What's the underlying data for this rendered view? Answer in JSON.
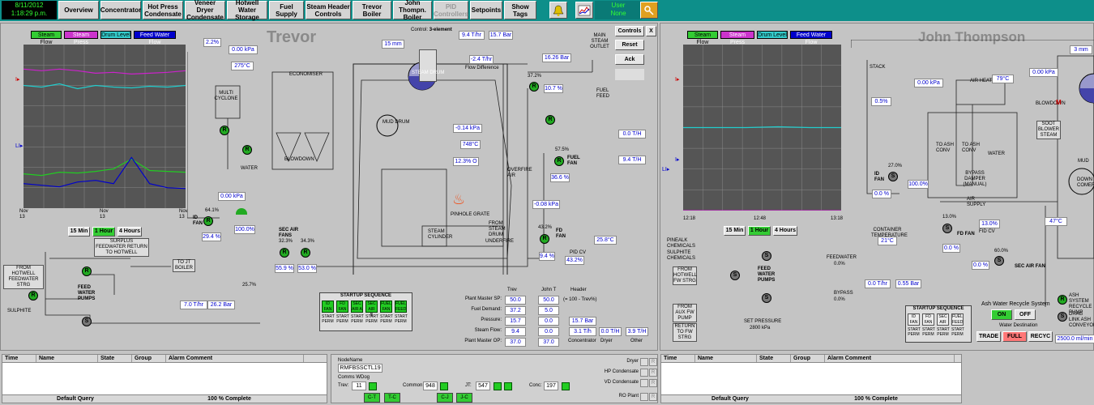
{
  "nav": {
    "date": "8/11/2012",
    "time": "1:18:29 p.m.",
    "overview": "Overview",
    "concentrator": "Concentrator",
    "hot_press": "Hot Press Condensate",
    "veneer": "Veneer Dryer Condensate",
    "hotwell": "Hotwell Water Storage",
    "fuel": "Fuel Supply",
    "steam_header": "Steam Header Controls",
    "trevor": "Trevor Boiler",
    "john": "John Thompn. Boiler",
    "pid": "PID Controllers",
    "setpoints": "Setpoints",
    "show_tags": "Show Tags",
    "user1": "User",
    "user2": "None"
  },
  "legend": {
    "steam_flow": "Steam Flow",
    "steam_press": "Steam Press",
    "drum_level": "Drum Level",
    "feed_water": "Feed Water Flow"
  },
  "trevor": {
    "title": "Trevor",
    "control_label": "Control:",
    "control_mode": "3-element",
    "controls_btn": "Controls",
    "close_btn": "X",
    "reset_btn": "Reset",
    "ack_btn": "Ack",
    "t1": "Nov",
    "t1b": "13",
    "t2": "Nov",
    "t2b": "13",
    "t3": "Nov",
    "t3b": "13",
    "range_15": "15 Min",
    "range_1h": "1 Hour",
    "range_4h": "4 Hours",
    "v_22": "2.2%",
    "v_kpa": "0.00 kPa",
    "v_275": "275°C",
    "v_15mm": "15 mm",
    "v_94": "9.4 T/hr",
    "v_157": "15.7 Bar",
    "v_24": "-2.4 T/hr",
    "flow_diff": "Flow Difference",
    "v_1626": "16.26 Bar",
    "main_steam": "MAIN STEAM OUTLET",
    "v_372": "37.2%",
    "v_107": "10.7 %",
    "fuel_feed": "FUEL FEED",
    "economiser": "ECONOMISER",
    "multicyclone": "MULTI CYCLONE",
    "steam_drum": "STEAM DRUM",
    "mud_drum": "MUD DRUM",
    "v_014": "-0.14 kPa",
    "v_748": "748°C",
    "v_123": "12.3% O",
    "blowdown": "BLOWDOWN",
    "water": "WATER",
    "v_00th": "0.0 T/H",
    "v_94th": "9.4 T/H",
    "v_575": "57.5%",
    "fuel_fan": "FUEL FAN",
    "v_366": "36.6 %",
    "overfire": "OVERFIRE AIR",
    "v_008": "-0.08 kPa",
    "v_000kpa2": "0.00 kPa",
    "v_641": "64.1%",
    "id_fan": "ID FAN",
    "v_294": "29.4 %",
    "v_100": "100.0%",
    "v_323": "32.3%",
    "v_343": "34.3%",
    "sec_air": "SEC AIR FANS",
    "v_559": "55.9 %",
    "v_530": "53.0 %",
    "pinhole": "PINHOLE GRATE",
    "steam_cyl": "STEAM CYLINDER",
    "from_steam_drum": "FROM STEAM DRUM",
    "underfire": "UNDERFIRE",
    "v_432": "43.2%",
    "fd_fan": "FD FAN",
    "v_94p": "9.4 %",
    "pidcv": "PID CV",
    "v_432b": "43.2%",
    "v_258": "25.8°C",
    "surplus": "SURPLUS FEEDWATER RETURN TO HOTWELL",
    "to_jt": "TO JT BOILER",
    "from_hotwell": "FROM HOTWELL FEEDWATER STRG",
    "feed_pumps": "FEED WATER PUMPS",
    "sulphite": "SULPHITE",
    "v_257": "25.7%",
    "v_70": "7.0 T/hr",
    "v_262": "26.2 Bar"
  },
  "startup": {
    "title": "STARTUP SEQUENCE",
    "items": [
      "ID FAN",
      "FD FAN",
      "SEC AIR A",
      "SEC AIR B",
      "FUEL FAN",
      "FUEL FEED"
    ],
    "start": "START",
    "perm": "PERM"
  },
  "jt_startup": {
    "title": "STARTUP SEQUENCE",
    "items": [
      "ID FAN",
      "FD FAN",
      "SEC AIR",
      "FUEL FEED"
    ],
    "start": "START",
    "perm": "PERM"
  },
  "master": {
    "h_trev": "Trev",
    "h_jt": "John T",
    "h_header": "Header",
    "r1": "Plant Master SP:",
    "r1a": "50.0",
    "r1b": "50.0",
    "r1c": "(= 100 - Trev%)",
    "r2": "Fuel Demand:",
    "r2a": "37.2",
    "r2b": "5.0",
    "r3": "Pressure:",
    "r3a": "15.7",
    "r3b": "0.0",
    "r3c": "15.7 Bar",
    "r4": "Steam Flow:",
    "r4a": "9.4",
    "r4b": "0.0",
    "r4c": "3.1 T/h",
    "r4d": "0.0 T/H",
    "r4e": "3.9 T/H",
    "r5": "Plant Master OP:",
    "r5a": "37.0",
    "r5b": "37.0",
    "concentrator": "Concentrator",
    "dryer": "Dryer",
    "other": "Other",
    "pct": "%",
    "bar": "Bar",
    "th": "T/H"
  },
  "jt": {
    "title": "John Thompson",
    "stack": "STACK",
    "v_kpa": "0.00 kPa",
    "air_heater": "AIR HEATER",
    "v_79": "79°C",
    "v_kpa2": "0.00 kPa",
    "v_3mm": "3 mm",
    "v_05": "0.5%",
    "blowdown": "BLOWDOWN",
    "soot": "SOOT BLOWER STEAM",
    "to_ash1": "TO ASH CONV",
    "to_ash2": "TO ASH CONV",
    "water": "WATER",
    "v_270": "27.0%",
    "id_fan": "ID FAN",
    "v_00": "0.0 %",
    "v_100": "100.0%",
    "bypass": "BYPASS DAMPER (MANUAL)",
    "air_supply": "AIR SUPPLY",
    "v_130": "13.0%",
    "v_130b": "13.0%",
    "fdcv": "FID CV",
    "fd_fan": "FD FAN",
    "v_00b": "0.0 %",
    "v_47": "47°C",
    "container": "CONTAINER TEMPERATURE",
    "v_21": "21°C",
    "v_600": "60.0%",
    "sec_air": "SEC AIR FAN",
    "v_00c": "0.0 %",
    "down_comer": "DOWN COMER",
    "mud": "MUD",
    "pinealk": "PINEALK CHEMICALS",
    "sulphite": "SULPHITE CHEMICALS",
    "from_hotwell": "FROM HOTWELL FW STRG",
    "feed_pumps": "FEED WATER PUMPS",
    "feedwater": "FEEDWATER",
    "v_00p": "0.0%",
    "v_00p2": "0.0%",
    "bypass2": "BYPASS",
    "v_00thr": "0.0 T/hr",
    "v_055": "0.55 Bar",
    "from_aux": "FROM AUX FW PUMP",
    "return_fw": "RETURN TO FW STRG",
    "set_press": "SET PRESSURE",
    "v_2800": "2800 kPa",
    "t1": "12:18",
    "t2": "12:48",
    "t3": "13:18",
    "range_15": "15 Min",
    "range_1h": "1 Hour",
    "range_4h": "4 Hours"
  },
  "ash": {
    "title": "Ash Water Recycle System",
    "on": "ON",
    "off": "OFF",
    "dest": "Water Destination",
    "trade": "TRADE",
    "full": "FULL",
    "recyc": "RECYC",
    "rate": "2500.0 ml/min",
    "sys": "ASH SYSTEM RECYCLE PUMP",
    "drag": "DRAG LINK ASH CONVEYOR"
  },
  "alarm": {
    "time": "Time",
    "name": "Name",
    "state": "State",
    "group": "Group",
    "comment": "Alarm Comment",
    "query": "Default Query",
    "complete": "100 % Complete"
  },
  "comms": {
    "node_label": "NodeName",
    "node": "RMFBSSCTL19",
    "comms": "Comms WDog",
    "trev": "Trev:",
    "trev_v": "11",
    "common": "Common:",
    "common_v": "948",
    "jt": "JT:",
    "jt_v": "547",
    "conc": "Conc:",
    "conc_v": "197",
    "ct": "C-T",
    "tc": "T-C",
    "cj": "C-J",
    "jc": "J-C",
    "dryer": "Dryer",
    "hp": "HP Condensate",
    "vd": "VD Condensate",
    "ro": "RO Plant",
    "r": "R"
  },
  "chart_data": [
    {
      "type": "line",
      "x": [
        "Nov 13",
        "Nov 13",
        "Nov 13"
      ],
      "series": [
        {
          "name": "Steam Flow",
          "color": "#22cc22",
          "values": [
            42,
            40,
            44,
            43,
            45,
            48,
            60,
            46,
            45,
            44
          ]
        },
        {
          "name": "Steam Press",
          "color": "#cc22cc",
          "values": [
            170,
            168,
            170,
            168,
            165,
            166,
            164,
            165,
            166,
            168
          ]
        },
        {
          "name": "Drum Level",
          "color": "#22cccc",
          "values": [
            150,
            148,
            152,
            146,
            150,
            148,
            147,
            149,
            148,
            150
          ]
        },
        {
          "name": "Feed Water Flow",
          "color": "#0000cc",
          "values": [
            30,
            28,
            26,
            32,
            34,
            30,
            62,
            30,
            25,
            24
          ]
        }
      ]
    },
    {
      "type": "line",
      "x": [
        "12:18",
        "12:48",
        "13:18"
      ],
      "series": [
        {
          "name": "Drum Level",
          "color": "#22cccc",
          "values": [
            100,
            100,
            100,
            101,
            100,
            100
          ]
        },
        {
          "name": "Steam Press",
          "color": "#cc22cc",
          "values": [
            0,
            0,
            0,
            0,
            0,
            0
          ]
        }
      ]
    }
  ]
}
